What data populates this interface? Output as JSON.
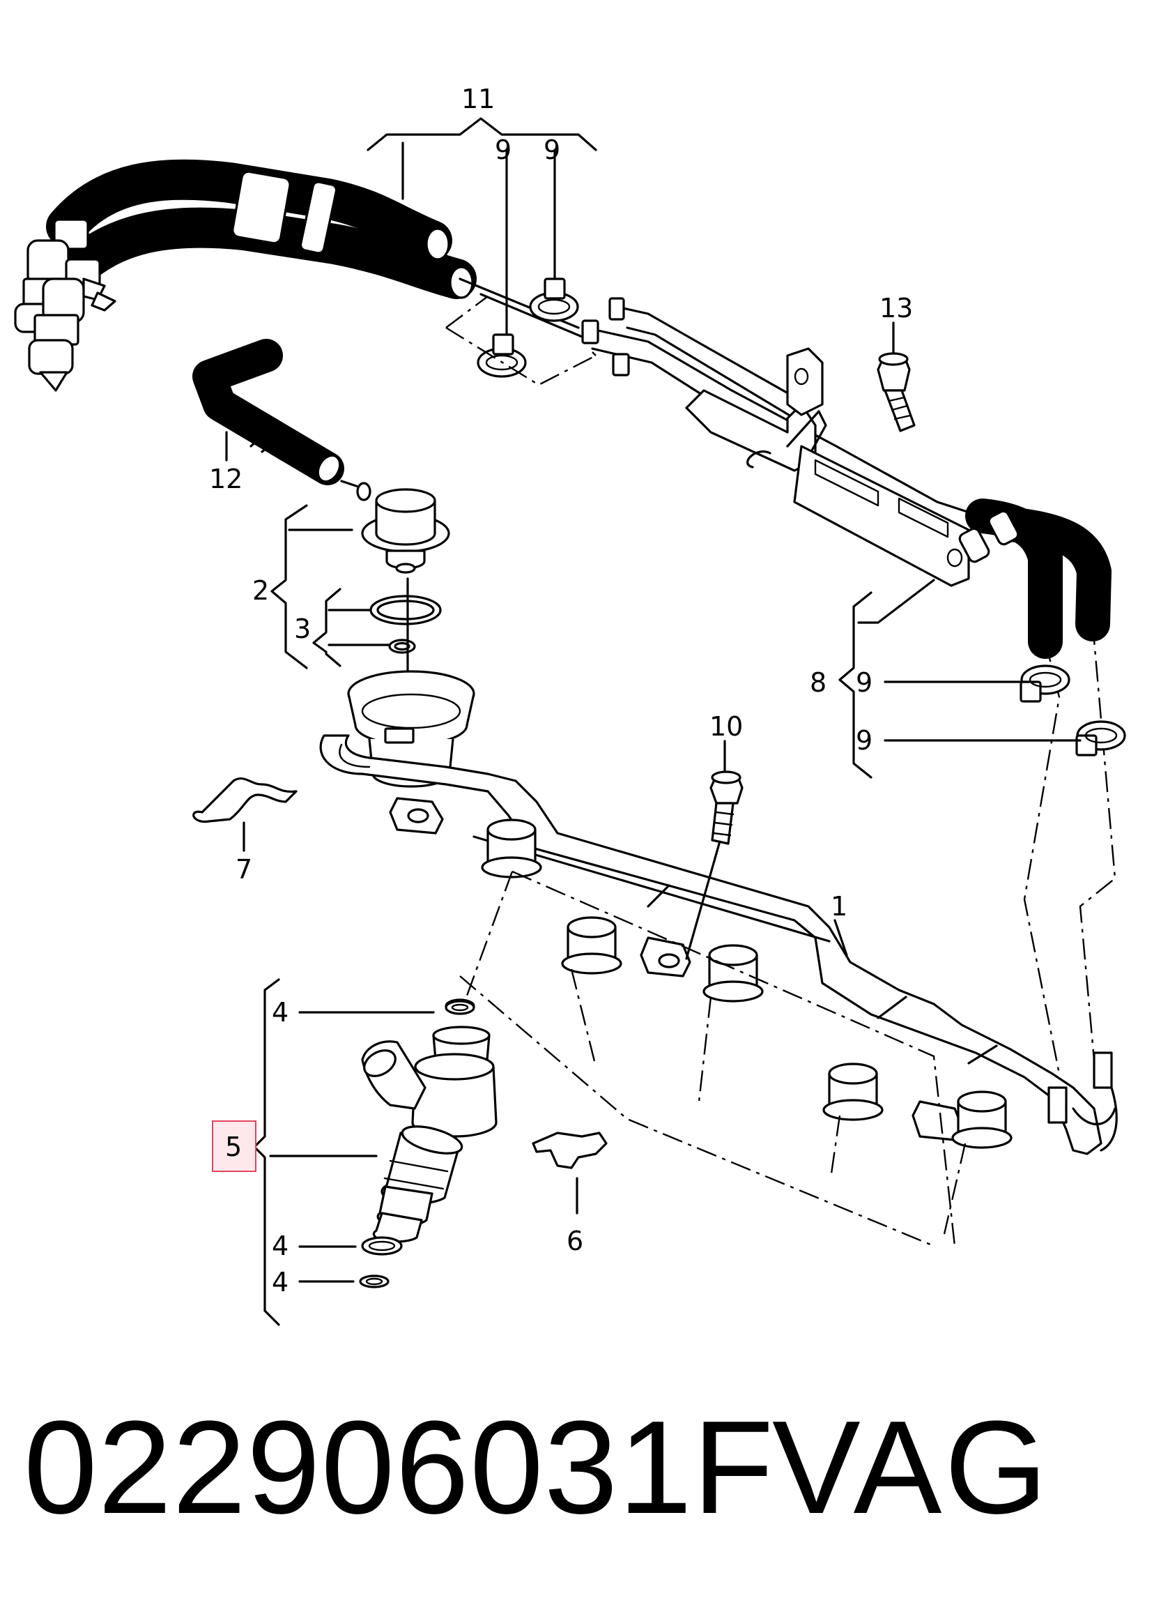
{
  "diagram": {
    "labels": {
      "l1": "1",
      "l2": "2",
      "l3": "3",
      "l4a": "4",
      "l4b": "4",
      "l4c": "4",
      "l5": "5",
      "l6": "6",
      "l7": "7",
      "l8": "8",
      "l9a": "9",
      "l9b": "9",
      "l9c": "9",
      "l9d": "9",
      "l10": "10",
      "l11": "11",
      "l12": "12",
      "l13": "13"
    },
    "highlight_color": "#e0445e"
  },
  "footer": {
    "part_number": "022906031F",
    "brand": "VAG"
  }
}
